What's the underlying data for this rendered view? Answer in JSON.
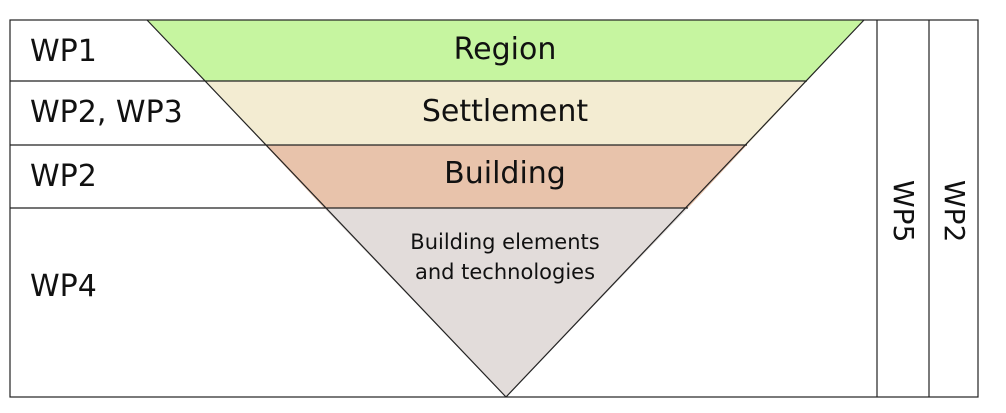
{
  "rows": {
    "region": "WP1",
    "settlement": "WP2, WP3",
    "building": "WP2",
    "elements": "WP4"
  },
  "layers": {
    "region": "Region",
    "settlement": "Settlement",
    "building": "Building",
    "elements_line1": "Building elements",
    "elements_line2": "and technologies"
  },
  "columns": {
    "first": "WP5",
    "second": "WP2"
  },
  "colors": {
    "region": "#c6f5a0",
    "settlement": "#f3ecd2",
    "building": "#e8c3ab",
    "elements": "#e2dcda",
    "border": "#222222"
  }
}
